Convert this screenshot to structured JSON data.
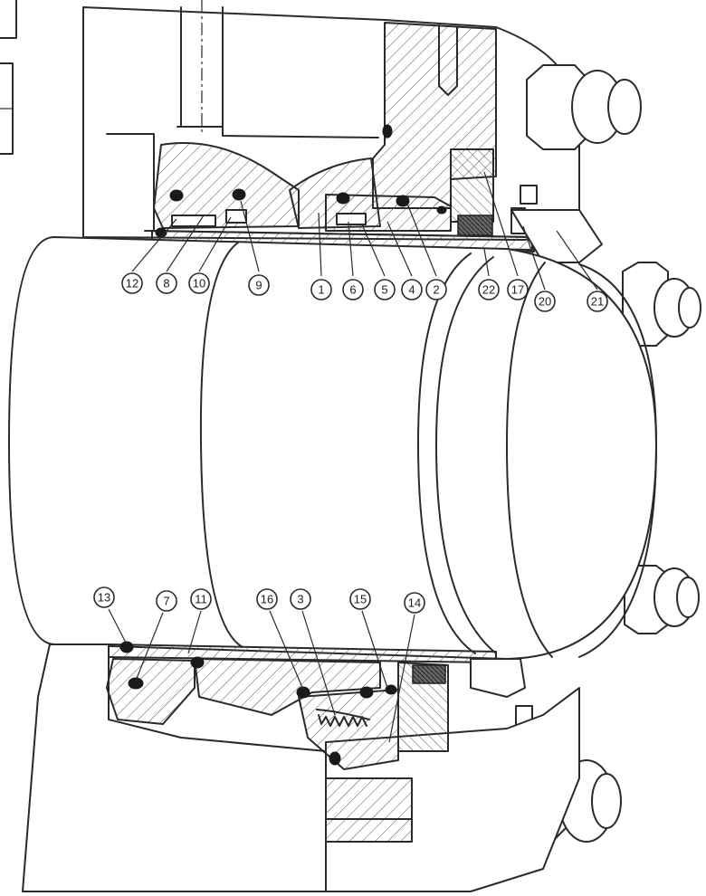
{
  "callouts": {
    "c1": "1",
    "c2": "2",
    "c3": "3",
    "c4": "4",
    "c5": "5",
    "c6": "6",
    "c7": "7",
    "c8": "8",
    "c9": "9",
    "c10": "10",
    "c11": "11",
    "c12": "12",
    "c13": "13",
    "c14": "14",
    "c15": "15",
    "c16": "16",
    "c17": "17",
    "c20": "20",
    "c21": "21",
    "c22": "22"
  },
  "colors": {
    "line": "#2a2a2a",
    "oring": "#1a1a1a",
    "background": "#ffffff"
  }
}
